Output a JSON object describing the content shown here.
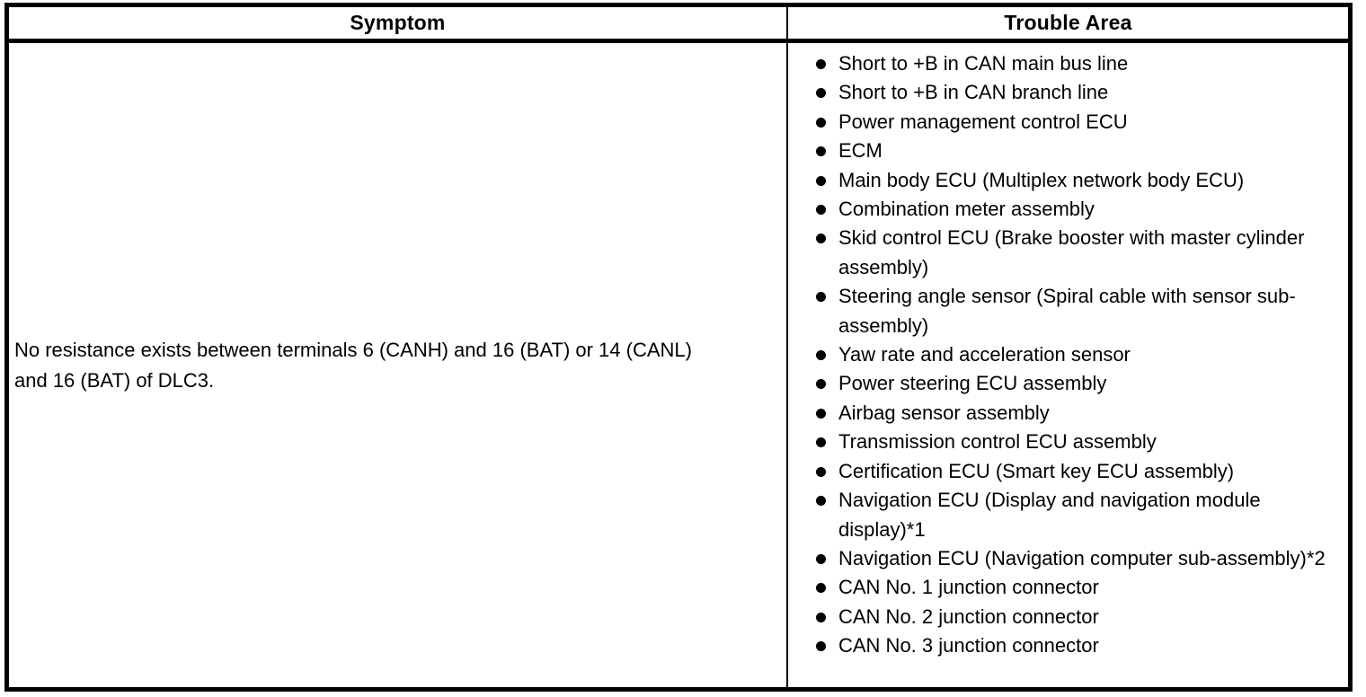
{
  "table": {
    "headers": {
      "symptom": "Symptom",
      "trouble_area": "Trouble Area"
    },
    "row": {
      "symptom": "No resistance exists between terminals 6 (CANH) and 16 (BAT) or 14 (CANL) and 16 (BAT) of DLC3.",
      "trouble_areas": [
        "Short to +B in CAN main bus line",
        "Short to +B in CAN branch line",
        "Power management control ECU",
        "ECM",
        "Main body ECU (Multiplex network body ECU)",
        "Combination meter assembly",
        "Skid control ECU (Brake booster with master cylinder assembly)",
        "Steering angle sensor (Spiral cable with sensor sub-assembly)",
        "Yaw rate and acceleration sensor",
        "Power steering ECU assembly",
        "Airbag sensor assembly",
        "Transmission control ECU assembly",
        "Certification ECU (Smart key ECU assembly)",
        "Navigation ECU (Display and navigation module display)*1",
        "Navigation ECU (Navigation computer sub-assembly)*2",
        "CAN No. 1 junction connector",
        "CAN No. 2 junction connector",
        "CAN No. 3 junction connector"
      ]
    },
    "colors": {
      "border": "#000000",
      "background": "#ffffff",
      "text": "#000000"
    }
  }
}
